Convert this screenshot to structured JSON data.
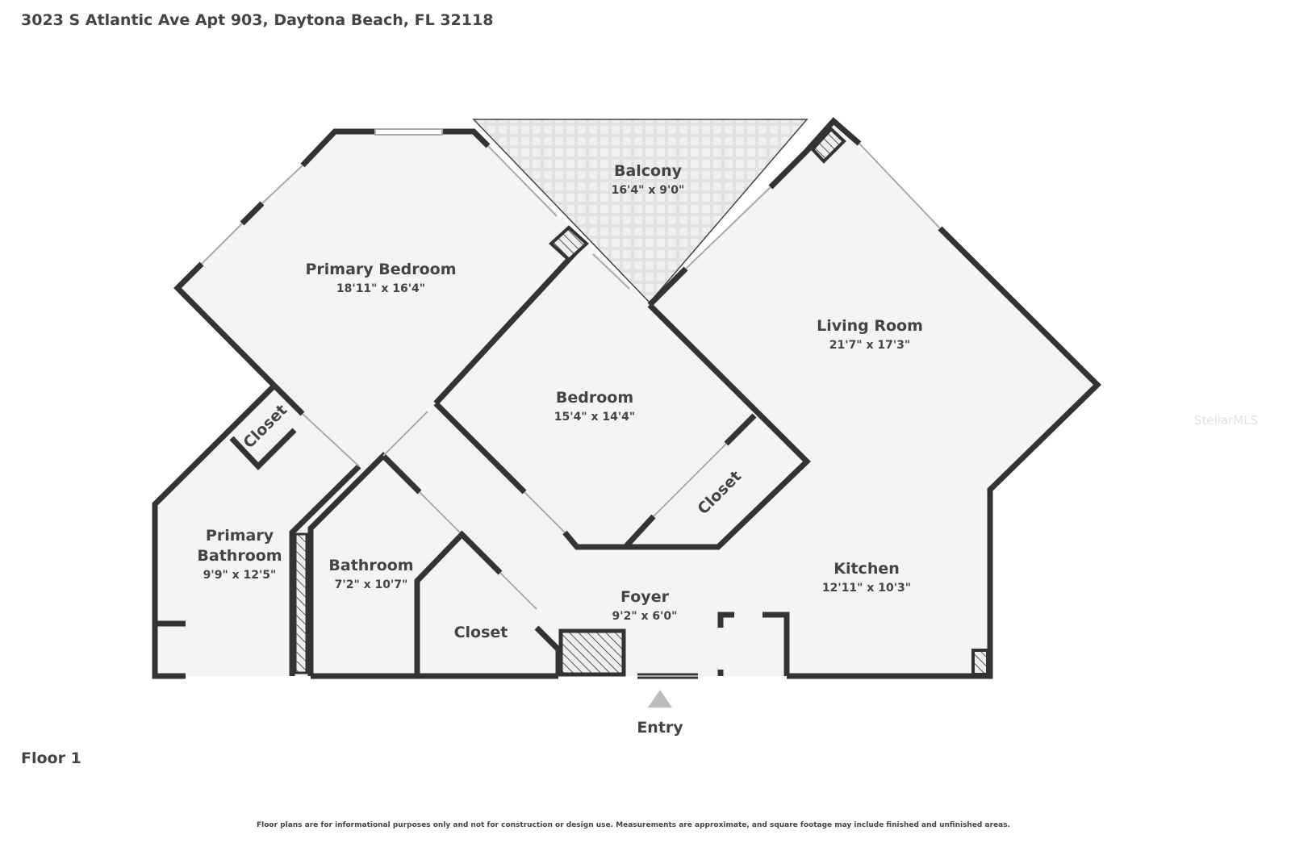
{
  "header": {
    "address": "3023 S Atlantic Ave Apt 903, Daytona Beach, FL 32118"
  },
  "floor_label": "Floor 1",
  "disclaimer": "Floor plans are for informational purposes only and not for construction or design use. Measurements are approximate, and square footage may include finished and unfinished areas.",
  "watermark": "StellarMLS",
  "colors": {
    "wall": "#333333",
    "floor": "#f4f4f4",
    "balcony": "#ececec"
  },
  "rooms": {
    "balcony": {
      "name": "Balcony",
      "dims": "16'4\" x 9'0\""
    },
    "primary_bedroom": {
      "name": "Primary Bedroom",
      "dims": "18'11\" x 16'4\""
    },
    "living_room": {
      "name": "Living Room",
      "dims": "21'7\" x 17'3\""
    },
    "bedroom": {
      "name": "Bedroom",
      "dims": "15'4\" x 14'4\""
    },
    "primary_closet": {
      "name": "Closet"
    },
    "bedroom_closet": {
      "name": "Closet"
    },
    "primary_bathroom": {
      "name_line1": "Primary",
      "name_line2": "Bathroom",
      "dims": "9'9\" x 12'5\""
    },
    "bathroom": {
      "name": "Bathroom",
      "dims": "7'2\" x 10'7\""
    },
    "hall_closet": {
      "name": "Closet"
    },
    "foyer": {
      "name": "Foyer",
      "dims": "9'2\" x 6'0\""
    },
    "kitchen": {
      "name": "Kitchen",
      "dims": "12'11\" x 10'3\""
    }
  },
  "entry": {
    "label": "Entry"
  }
}
